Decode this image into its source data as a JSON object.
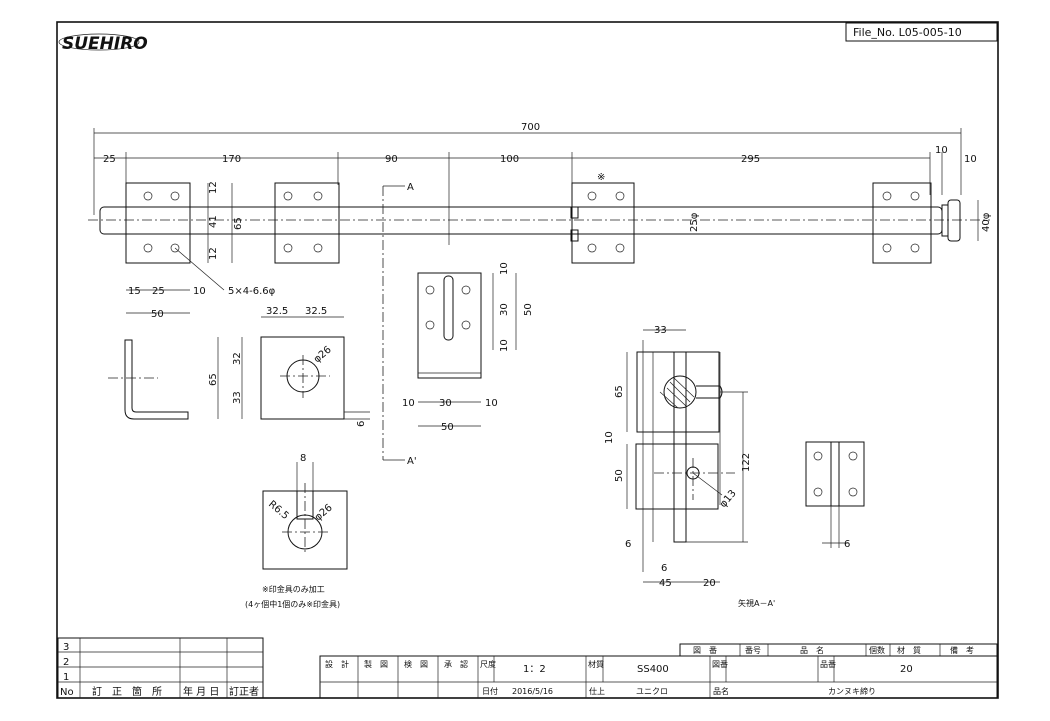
{
  "logo_text": "SUEHIRO",
  "file_no": "File_No.  L05-005-10",
  "dimensions": {
    "overall": "700",
    "d25": "25",
    "d170": "170",
    "d90": "90",
    "d100": "100",
    "d295": "295",
    "d10a": "10",
    "d10b": "10",
    "d12a": "12",
    "d41": "41",
    "d65a": "65",
    "d12b": "12",
    "shaft_dia": "25φ",
    "knob_dia": "40φ",
    "d15": "15",
    "d25b": "25",
    "d10c": "10",
    "d50a": "50",
    "hole_spec": "5×4-6.6φ",
    "d32_5a": "32.5",
    "d32_5b": "32.5",
    "d65b": "65",
    "d32": "32",
    "d33": "33",
    "dia26a": "φ26",
    "d6a": "6",
    "d10d": "10",
    "d30a": "30",
    "d10e": "10",
    "d50b": "50",
    "d10f": "10",
    "d30b": "30",
    "d10g": "10",
    "d50c": "50",
    "d8": "8",
    "r6_5": "R6.5",
    "dia26b": "φ26",
    "d33b": "33",
    "d65c": "65",
    "d10h": "10",
    "d50d": "50",
    "d122": "122",
    "dia13": "φ13",
    "d6b": "6",
    "d6c": "6",
    "d45": "45",
    "d20": "20",
    "d6d": "6"
  },
  "section_labels": {
    "a_top": "A",
    "a_bottom": "A'",
    "view": "矢視A－A'"
  },
  "mark": "※",
  "notes": {
    "line1": "※印金具のみ加工",
    "line2": "(4ヶ個中1個のみ※印金具)"
  },
  "revision_table": {
    "rows": [
      "3",
      "2",
      "1"
    ],
    "headers": [
      "No",
      "訂　正　箇　所",
      "年 月 日",
      "訂正者"
    ]
  },
  "title_block": {
    "design": "設　計",
    "draft": "製　図",
    "check": "検　図",
    "approve": "承　認",
    "scale_label": "尺度",
    "scale": "1：2",
    "date_label": "日付",
    "date": "2016/5/16",
    "material_label": "材質",
    "material": "SS400",
    "finish_label": "仕上",
    "finish": "ユニクロ",
    "drawing_no_label": "図番",
    "item_no_label": "品番",
    "item_no": "20",
    "name_label": "品名",
    "name": "カンヌキ締り",
    "parts_headers": [
      "図　番",
      "番号",
      "品　名",
      "個数",
      "材　質",
      "備　考"
    ]
  }
}
